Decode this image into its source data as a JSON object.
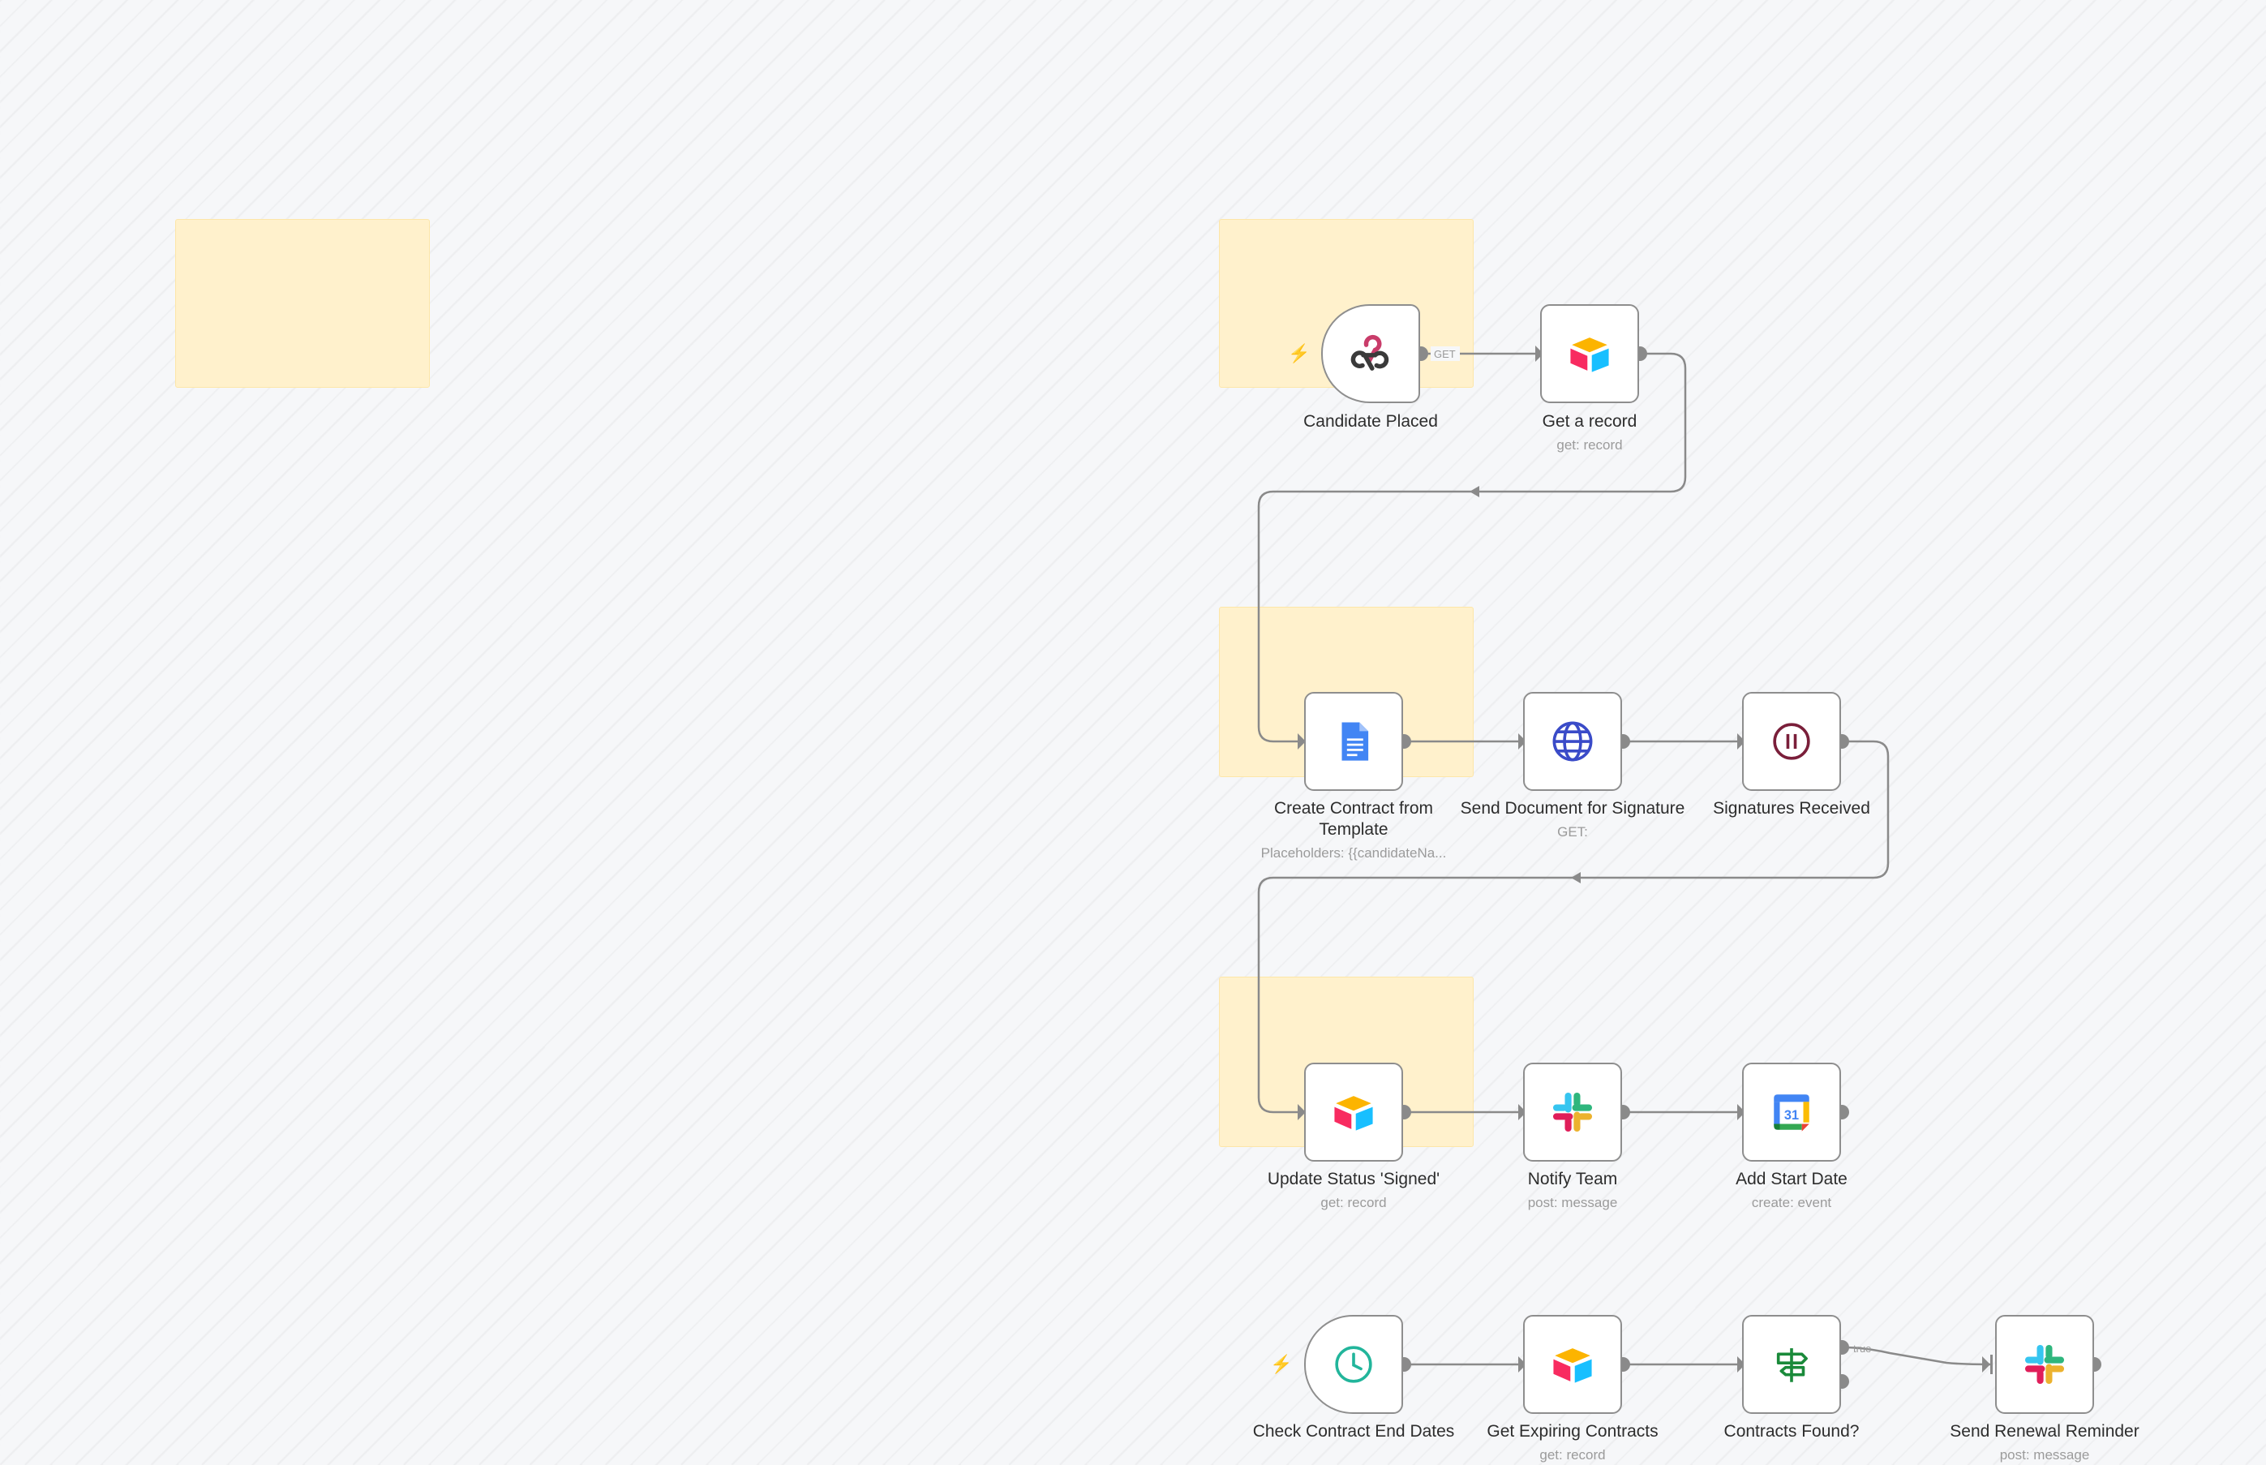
{
  "canvas": {
    "background": "#f6f7f9",
    "sticky_color": "#fff1cc",
    "node_border": "#8e8e8e",
    "wire_color": "#8a8a8a"
  },
  "nodes": {
    "candidate_placed": {
      "label": "Candidate Placed",
      "sub": "",
      "icon": "webhook-icon"
    },
    "get_record": {
      "label": "Get a record",
      "sub": "get: record",
      "icon": "airtable-icon"
    },
    "create_contract": {
      "label": "Create Contract from Template",
      "sub": "Placeholders: {{candidateNa...",
      "icon": "google-docs-icon"
    },
    "send_document": {
      "label": "Send Document for Signature",
      "sub": "GET:",
      "icon": "globe-icon"
    },
    "signatures_received": {
      "label": "Signatures Received",
      "sub": "",
      "icon": "pause-icon"
    },
    "update_status": {
      "label": "Update Status 'Signed'",
      "sub": "get: record",
      "icon": "airtable-icon"
    },
    "notify_team": {
      "label": "Notify Team",
      "sub": "post: message",
      "icon": "slack-icon"
    },
    "add_start_date": {
      "label": "Add Start Date",
      "sub": "create: event",
      "icon": "google-calendar-icon",
      "calendar_day": "31"
    },
    "check_contract": {
      "label": "Check Contract End Dates",
      "sub": "",
      "icon": "clock-icon"
    },
    "get_expiring": {
      "label": "Get Expiring Contracts",
      "sub": "get: record",
      "icon": "airtable-icon"
    },
    "contracts_found": {
      "label": "Contracts Found?",
      "sub": "",
      "icon": "signpost-icon"
    },
    "send_reminder": {
      "label": "Send Renewal Reminder",
      "sub": "post: message",
      "icon": "slack-icon"
    }
  },
  "edge_labels": {
    "webhook_method": "GET",
    "if_true": "true"
  }
}
